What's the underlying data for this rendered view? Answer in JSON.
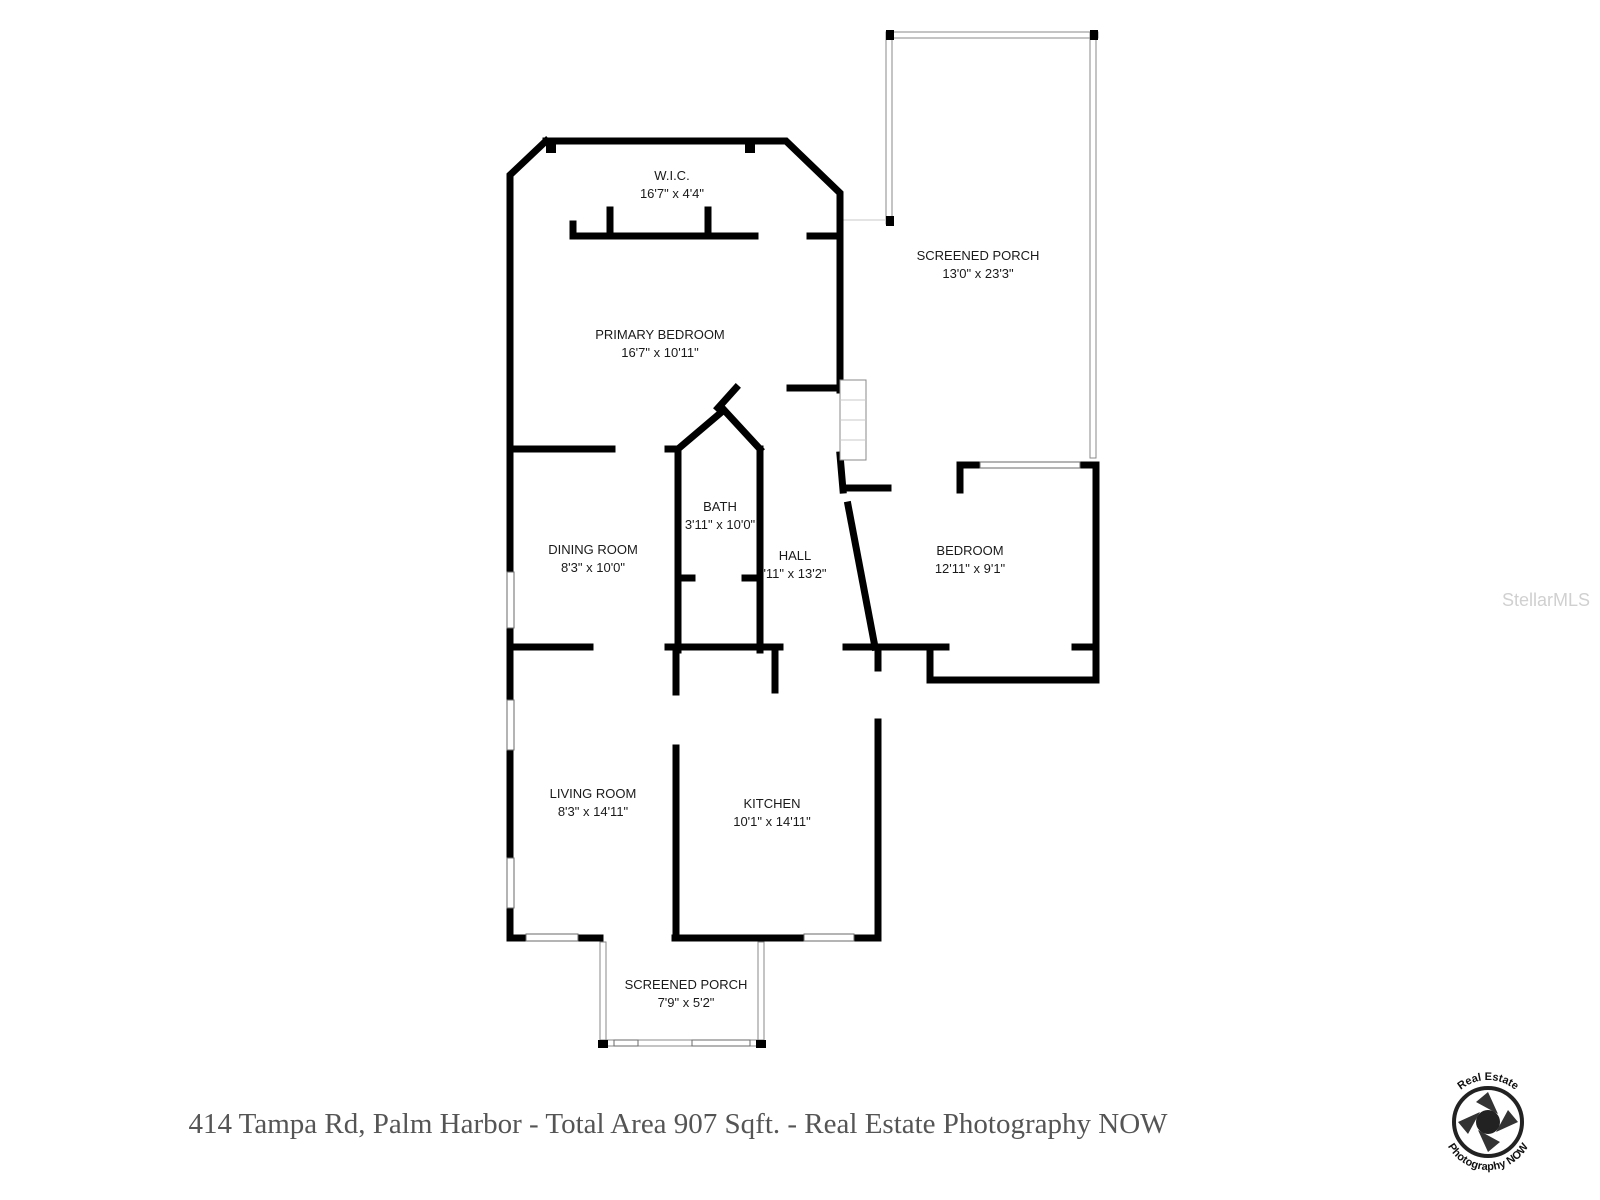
{
  "rooms": {
    "wic": {
      "name": "W.I.C.",
      "dims": "16'7\" x 4'4\""
    },
    "porch_main": {
      "name": "SCREENED PORCH",
      "dims": "13'0\" x 23'3\""
    },
    "primary": {
      "name": "PRIMARY BEDROOM",
      "dims": "16'7\" x 10'11\""
    },
    "bath": {
      "name": "BATH",
      "dims": "3'11\" x 10'0\""
    },
    "dining": {
      "name": "DINING ROOM",
      "dims": "8'3\" x 10'0\""
    },
    "hall": {
      "name": "HALL",
      "dims": "'11\" x 13'2\""
    },
    "bedroom": {
      "name": "BEDROOM",
      "dims": "12'11\" x 9'1\""
    },
    "living": {
      "name": "LIVING ROOM",
      "dims": "8'3\" x 14'11\""
    },
    "kitchen": {
      "name": "KITCHEN",
      "dims": "10'1\" x 14'11\""
    },
    "porch_small": {
      "name": "SCREENED PORCH",
      "dims": "7'9\" x 5'2\""
    }
  },
  "caption": "414 Tampa Rd, Palm Harbor - Total Area 907 Sqft. - Real Estate Photography NOW",
  "watermark": "StellarMLS",
  "logo": {
    "top": "Real Estate",
    "bottom": "Photography NOW"
  },
  "colors": {
    "wall": "#000000",
    "caption": "#555555",
    "watermark": "#d0d0d0"
  }
}
